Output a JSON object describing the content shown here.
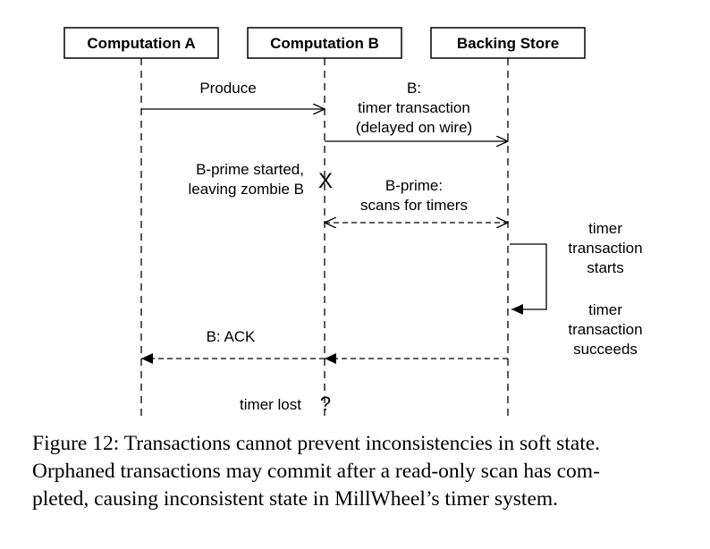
{
  "participants": [
    "Computation A",
    "Computation B",
    "Backing Store"
  ],
  "messages": {
    "produce": "Produce",
    "b_timer": [
      "B:",
      "timer transaction",
      "(delayed on wire)"
    ],
    "bprime_started": [
      "B-prime started,",
      "leaving zombie B"
    ],
    "x_mark": "X",
    "bprime_scan": [
      "B-prime:",
      "scans for timers"
    ],
    "timer_starts": [
      "timer",
      "transaction",
      "starts"
    ],
    "timer_succeeds": [
      "timer",
      "transaction",
      "succeeds"
    ],
    "b_ack": "B: ACK",
    "timer_lost": "timer lost",
    "question_mark": "?"
  },
  "caption": [
    "Figure 12: Transactions cannot prevent inconsistencies in soft state.",
    "Orphaned transactions may commit after a read-only scan has com-",
    "pleted, causing inconsistent state in MillWheel’s timer system."
  ]
}
